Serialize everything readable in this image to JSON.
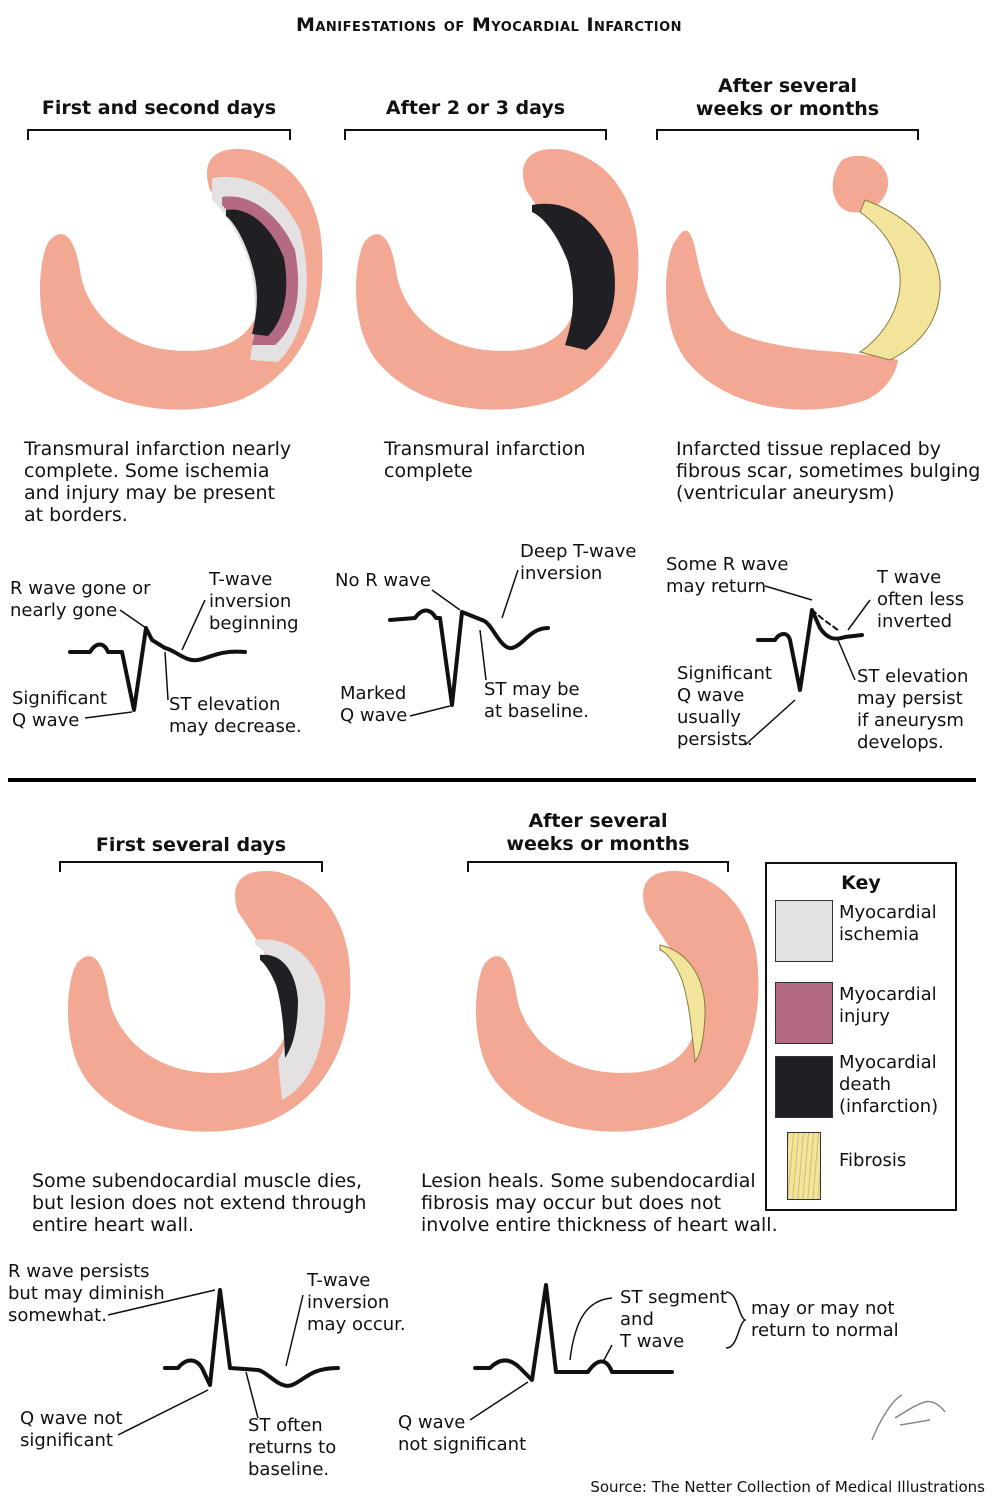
{
  "title": "Manifestations of Myocardial Infarction",
  "top_panels": [
    {
      "header": "First and second days",
      "description": [
        "Transmural infarction nearly",
        "complete. Some ischemia",
        "and injury may be present",
        "at borders."
      ],
      "ecg_labels": {
        "r": [
          "R wave gone or",
          "nearly gone"
        ],
        "t": [
          "T-wave",
          "inversion",
          "beginning"
        ],
        "q": [
          "Significant",
          "Q wave"
        ],
        "st": [
          "ST elevation",
          "may decrease."
        ]
      }
    },
    {
      "header": "After 2 or 3 days",
      "description": [
        "Transmural infarction",
        "complete"
      ],
      "ecg_labels": {
        "r": [
          "No R wave"
        ],
        "t": [
          "Deep T-wave",
          "inversion"
        ],
        "q": [
          "Marked",
          "Q wave"
        ],
        "st": [
          "ST may be",
          "at baseline."
        ]
      }
    },
    {
      "header": [
        "After several",
        "weeks or months"
      ],
      "description": [
        "Infarcted tissue replaced by",
        "fibrous scar, sometimes bulging",
        "(ventricular aneurysm)"
      ],
      "ecg_labels": {
        "r": [
          "Some R wave",
          "may return"
        ],
        "t": [
          "T wave",
          "often less",
          "inverted"
        ],
        "q": [
          "Significant",
          "Q wave",
          "usually",
          "persists."
        ],
        "st": [
          "ST elevation",
          "may persist",
          "if aneurysm",
          "develops."
        ]
      }
    }
  ],
  "bottom_panels": [
    {
      "header": "First several days",
      "description": [
        "Some subendocardial muscle dies,",
        "but lesion does not extend through",
        "entire heart wall."
      ],
      "ecg_labels": {
        "r": [
          "R wave persists",
          "but may diminish",
          "somewhat."
        ],
        "t": [
          "T-wave",
          "inversion",
          "may occur."
        ],
        "q": [
          "Q wave not",
          "significant"
        ],
        "st": [
          "ST often",
          "returns to",
          "baseline."
        ]
      }
    },
    {
      "header": [
        "After several",
        "weeks or months"
      ],
      "description": [
        "Lesion heals. Some subendocardial",
        "fibrosis may occur but does not",
        "involve entire thickness of heart wall."
      ],
      "ecg_labels": {
        "st": [
          "ST segment",
          "and",
          "T wave"
        ],
        "brace": [
          "may or may not",
          "return to normal"
        ],
        "q": [
          "Q wave",
          "not significant"
        ]
      }
    }
  ],
  "key": {
    "title": "Key",
    "items": [
      {
        "label": [
          "Myocardial",
          "ischemia"
        ],
        "color": "#e4e1e2"
      },
      {
        "label": [
          "Myocardial",
          "injury"
        ],
        "color": "#b56a84"
      },
      {
        "label": [
          "Myocardial",
          "death",
          "(infarction)"
        ],
        "color": "#202024"
      },
      {
        "label": [
          "Fibrosis"
        ],
        "color": "#f2e49a"
      }
    ]
  },
  "colors": {
    "muscle": "#f2a893",
    "ischemia": "#e4e1e2",
    "injury": "#b56a84",
    "death": "#202024",
    "fibrosis": "#f2e49a"
  },
  "signature": "F. Netter M.D.",
  "source": "Source: The Netter Collection of Medical Illustrations"
}
